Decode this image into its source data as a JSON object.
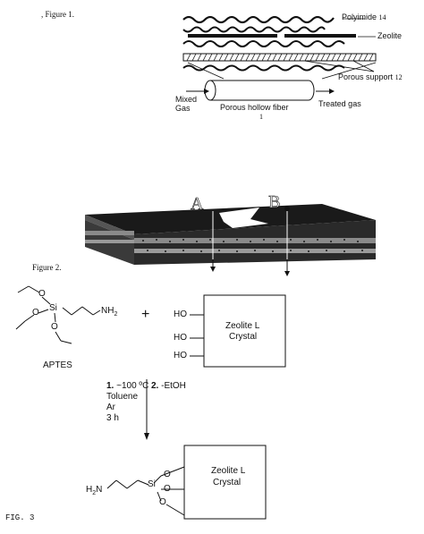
{
  "fig1": {
    "caption": ", Figure 1.",
    "polyimide_label": "Polyimide",
    "polyimide_ref": "14",
    "zeolite_label": "Zeolite",
    "porous_support_label": "Porous support",
    "porous_support_ref": "12",
    "mixed_gas_label_line1": "Mixed",
    "mixed_gas_label_line2": "Gas",
    "hollow_fiber_label": "Porous hollow fiber",
    "hollow_fiber_ref": "1",
    "treated_gas_label": "Treated gas"
  },
  "membrane_3d": {
    "label_a": "A",
    "label_b": "B"
  },
  "fig2": {
    "caption": "Figure 2."
  },
  "fig3": {
    "caption": "FIG. 3",
    "reactant_si": "Si",
    "o_labels": [
      "O",
      "O",
      "O"
    ],
    "nh2_label": "NH2",
    "plus": "+",
    "ho_labels": [
      "HO",
      "HO",
      "HO"
    ],
    "zeolite_box_line1": "Zeolite L",
    "zeolite_box_line2": "Crystal",
    "aptes_label": "APTES",
    "step1_num": "1.",
    "step1_temp": "~100 ºC",
    "step1_solvent": "Toluene",
    "step1_atm": "Ar",
    "step1_time": "3 h",
    "step2_num": "2.",
    "step2_text": "-EtOH",
    "product_h2n": "H2N",
    "product_si": "Si",
    "product_o_labels": [
      "O",
      "O",
      "O"
    ],
    "product_box_line1": "Zeolite L",
    "product_box_line2": "Crystal"
  },
  "colors": {
    "ink": "#111111",
    "membrane_dark": "#1a1a1a",
    "membrane_grey": "#8a8a8a"
  }
}
